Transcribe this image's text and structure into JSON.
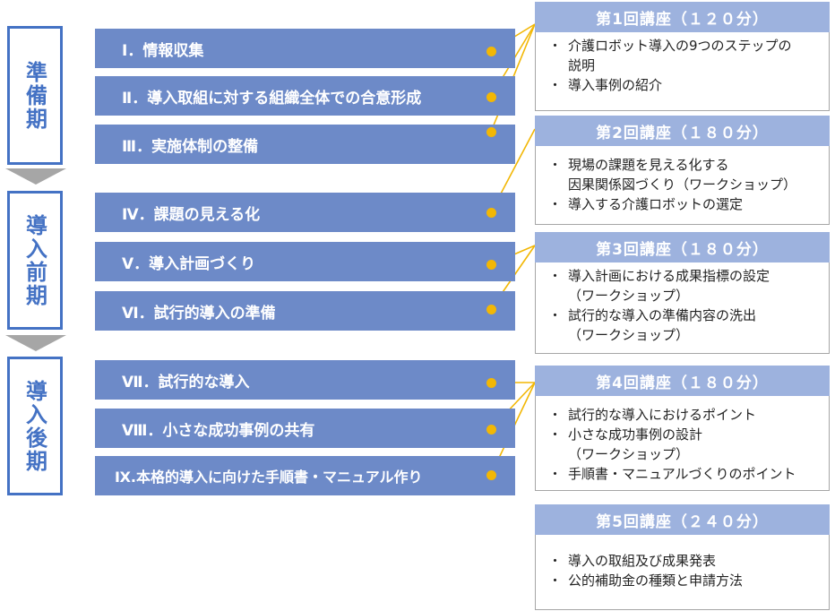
{
  "colors": {
    "phase_border": "#4472c4",
    "step_fill": "#6d8ac8",
    "lecture_header": "#9db2de",
    "connector": "#f2b705",
    "chevron": "#a6a6a6"
  },
  "phases": [
    {
      "label": "準備期"
    },
    {
      "label": "導入前期"
    },
    {
      "label": "導入後期"
    }
  ],
  "steps": [
    {
      "label": "Ⅰ．情報収集"
    },
    {
      "label": "Ⅱ．導入取組に対する組織全体での合意形成"
    },
    {
      "label": "Ⅲ．実施体制の整備"
    },
    {
      "label": "Ⅳ．課題の見える化"
    },
    {
      "label": "Ⅴ．導入計画づくり"
    },
    {
      "label": "Ⅵ．試行的導入の準備"
    },
    {
      "label": "Ⅶ．試行的な導入"
    },
    {
      "label": "Ⅷ．小さな成功事例の共有"
    },
    {
      "label": "Ⅸ.本格的導入に向けた手順書・マニュアル作り"
    }
  ],
  "lectures": [
    {
      "title": "第1回講座（１２０分）",
      "items": [
        "介護ロボット導入の9つのステップの\n説明",
        "導入事例の紹介"
      ]
    },
    {
      "title": "第2回講座（１８０分）",
      "items": [
        "現場の課題を見える化する\n因果関係図づくり（ワークショップ）",
        "導入する介護ロボットの選定"
      ]
    },
    {
      "title": "第3回講座（１８０分）",
      "items": [
        "導入計画における成果指標の設定\n（ワークショップ）",
        "試行的な導入の準備内容の洗出\n（ワークショップ）"
      ]
    },
    {
      "title": "第4回講座（１８０分）",
      "items": [
        "試行的な導入におけるポイント",
        "小さな成功事例の設計\n（ワークショップ）",
        "手順書・マニュアルづくりのポイント"
      ]
    },
    {
      "title": "第5回講座（２４０分）",
      "items": [
        "導入の取組及び成果発表",
        "公的補助金の種類と申請方法"
      ]
    }
  ],
  "bullet": "・"
}
